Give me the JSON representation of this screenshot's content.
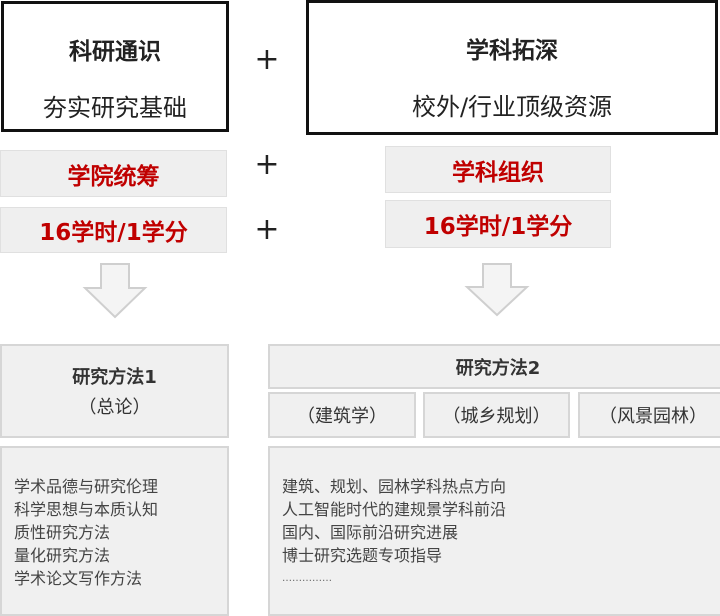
{
  "left": {
    "top_box": {
      "title": "科研通识",
      "subtitle": "夯实研究基础"
    },
    "band1": "学院统筹",
    "band2": "16学时/1学分",
    "method": {
      "title": "研究方法1",
      "subtitle": "（总论）"
    },
    "items": [
      "学术品德与研究伦理",
      "科学思想与本质认知",
      "质性研究方法",
      "量化研究方法",
      "学术论文写作方法"
    ]
  },
  "plus": "+",
  "right": {
    "top_box": {
      "title": "学科拓深",
      "subtitle": "校外/行业顶级资源"
    },
    "band1": "学科组织",
    "band2": "16学时/1学分",
    "method": {
      "title": "研究方法2"
    },
    "disciplines": [
      "（建筑学）",
      "（城乡规划）",
      "（风景园林）"
    ],
    "items": [
      "建筑、规划、园林学科热点方向",
      "人工智能时代的建规景学科前沿",
      "国内、国际前沿研究进展",
      "博士研究选题专项指导"
    ],
    "ellipsis": "……………"
  },
  "colors": {
    "accent_red": "#c00000",
    "box_gray": "#f0f0f0"
  }
}
